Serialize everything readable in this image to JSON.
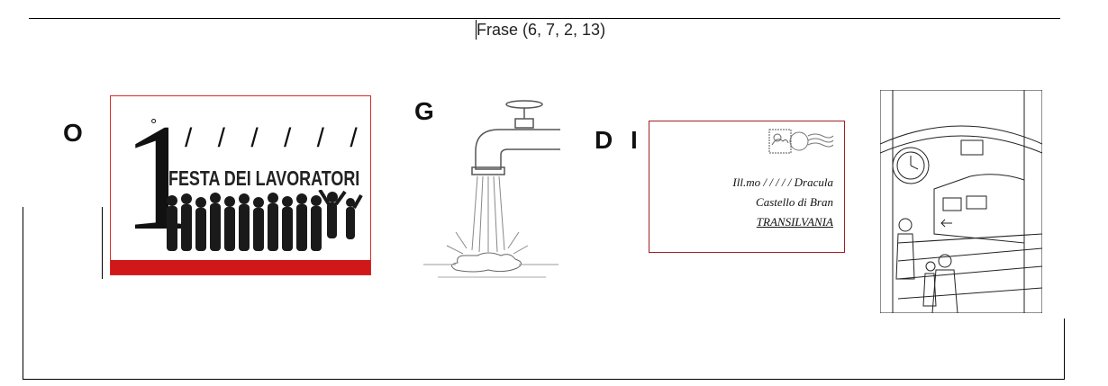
{
  "document": {
    "title": "Frase (6, 7, 2, 13)"
  },
  "clues": [
    {
      "letter": "O",
      "image_alt": "poster"
    },
    {
      "letter": "G",
      "image_alt": "faucet"
    },
    {
      "letter": "D I",
      "image_alt": "envelope"
    },
    {
      "letter": "",
      "image_alt": "station"
    }
  ],
  "poster": {
    "number": "1",
    "degree": "°",
    "slashes": "/ / / / / /",
    "caption": "FESTA DEI LAVORATORI",
    "accent_color": "#d01818"
  },
  "envelope": {
    "line1": "Ill.mo / / / / / Dracula",
    "line2": "Castello di Bran",
    "line3": "TRANSILVANIA",
    "border_color": "#a02020"
  },
  "icons": {
    "tap": "faucet-icon",
    "stamp": "postage-stamp-icon",
    "station": "train-station-illustration",
    "crowd": "crowd-silhouette"
  }
}
